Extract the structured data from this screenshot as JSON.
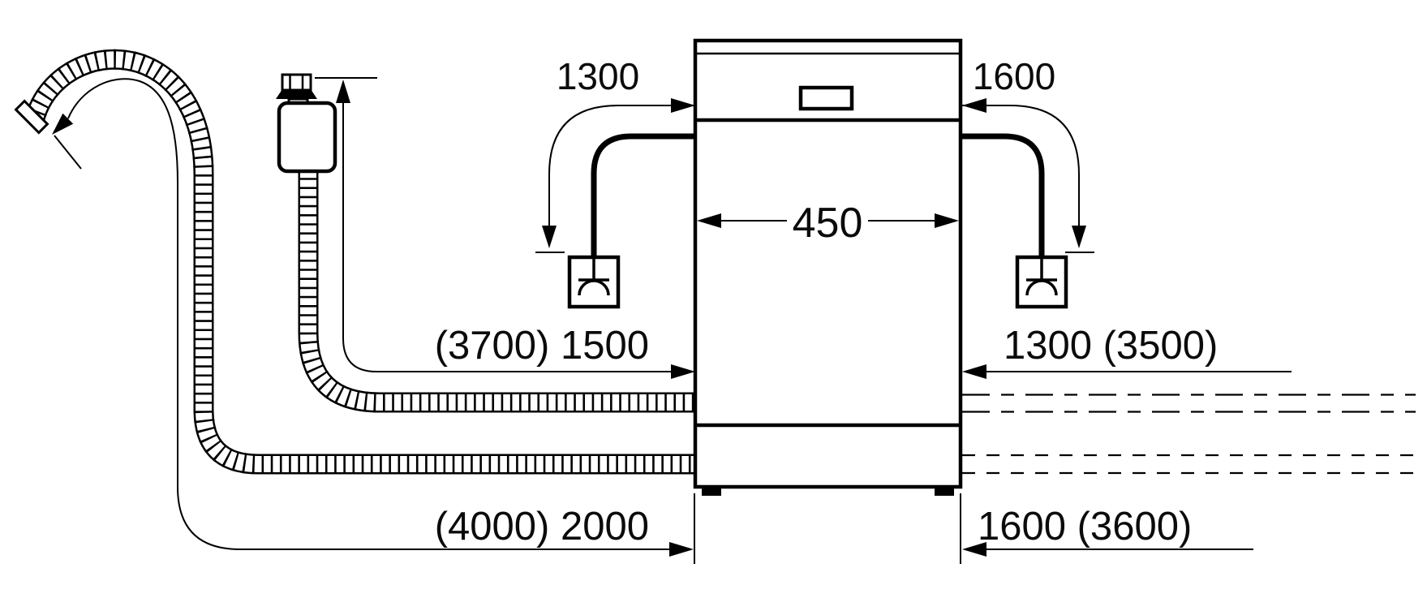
{
  "diagram": {
    "background": "#ffffff",
    "line_color": "#000000",
    "labels": {
      "cord_left": "1300",
      "cord_right": "1600",
      "appliance_width": "450",
      "supply_top": "(3700) 1500",
      "right_top": "1300 (3500)",
      "bottom_left": "(4000) 2000",
      "bottom_right": "1600 (3600)"
    },
    "icons": {
      "socket_left": "power-socket-symbol",
      "socket_right": "power-socket-symbol",
      "tap_connector": "tap-connector-valve",
      "drain_hose": "corrugated-drain-hose",
      "supply_hose": "corrugated-supply-hose"
    }
  }
}
